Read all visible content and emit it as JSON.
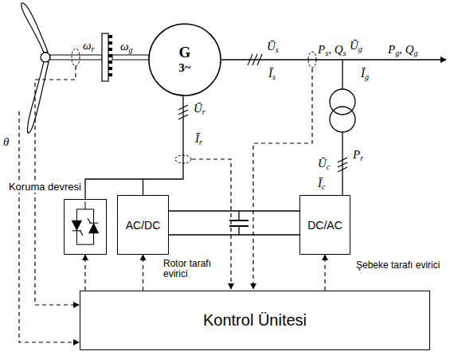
{
  "diagram": {
    "nodes": [
      {
        "text": [
          "G",
          "3~"
        ]
      },
      {
        "text": [
          "Koruma devresi"
        ]
      },
      {
        "text": [
          "AC/DC"
        ]
      },
      {
        "text": [
          "DC/AC"
        ]
      },
      {
        "text": [
          "Kontrol Ünitesi"
        ]
      }
    ],
    "edges": [
      {
        "from": 0,
        "to": 2,
        "arrow": "none"
      },
      {
        "from": 2,
        "to": 3,
        "arrow": "none"
      },
      {
        "from": 4,
        "to": 1,
        "arrow": "to"
      },
      {
        "from": 4,
        "to": 2,
        "arrow": "to"
      },
      {
        "from": 4,
        "to": 3,
        "arrow": "to"
      }
    ],
    "labels": [
      "ωr",
      "ωg",
      "θ",
      "Ūs",
      "Īs",
      "Ps, Qs",
      "Ūg",
      "Pg, Qg",
      "Īg",
      "Ūr",
      "Īr",
      "Pr",
      "Ūc",
      "Īc",
      "Rotor tarafı evirici",
      "Şebeke tarafı evirici"
    ]
  }
}
